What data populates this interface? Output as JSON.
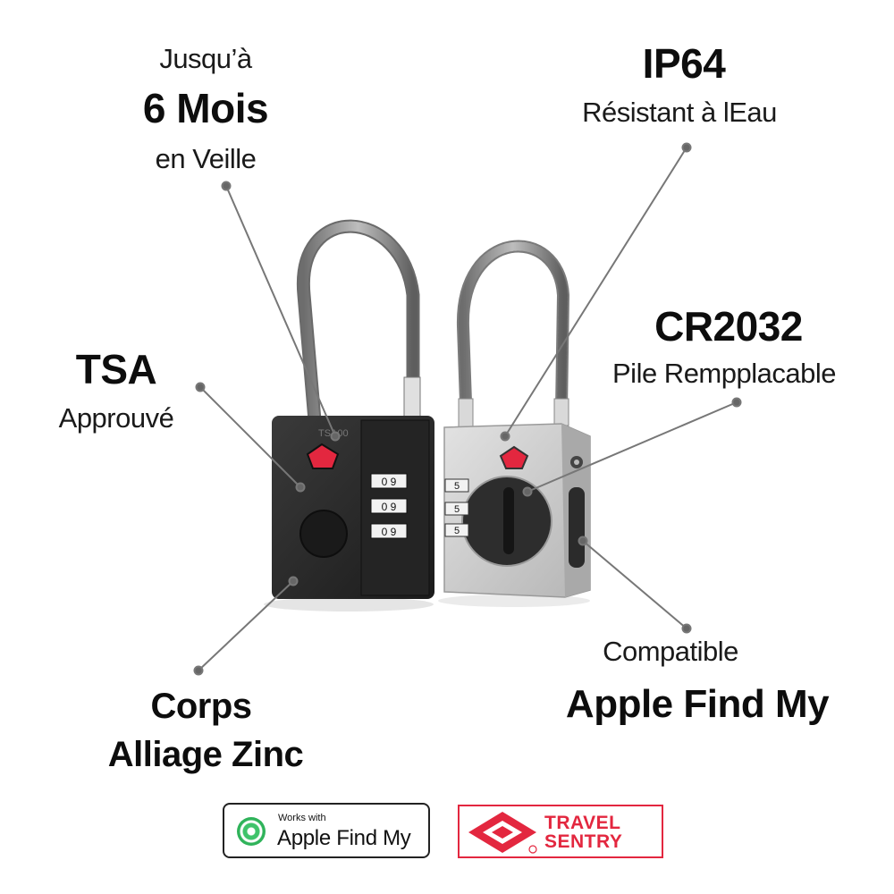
{
  "callouts": {
    "standby": {
      "line1": "Jusqu’à",
      "line2": "6 Mois",
      "line3": "en Veille"
    },
    "ip64": {
      "title": "IP64",
      "subtitle": "Résistant à lEau"
    },
    "cr2032": {
      "title": "CR2032",
      "subtitle": "Pile Rempplacable"
    },
    "tsa": {
      "title": "TSA",
      "subtitle": "Approuvé"
    },
    "findmy": {
      "line1": "Compatible",
      "line2": "Apple Find My"
    },
    "body": {
      "line1": "Corps",
      "line2": "Alliage Zinc"
    }
  },
  "lock_black": {
    "engraving": "TSA00",
    "dials": [
      "0 9",
      "0 9",
      "0 9"
    ]
  },
  "lock_silver": {
    "dials": [
      "5",
      "5",
      "5"
    ]
  },
  "badges": {
    "findmy": {
      "small": "Works with",
      "big": "Apple Find My"
    },
    "travel_sentry": {
      "line1": "TRAVEL",
      "line2": "SENTRY"
    }
  },
  "colors": {
    "tsa_red": "#e3273f",
    "lock_black": "#2a2a2a",
    "lock_silver": "#c9c9c9",
    "findmy_green": "#3fc36a"
  }
}
